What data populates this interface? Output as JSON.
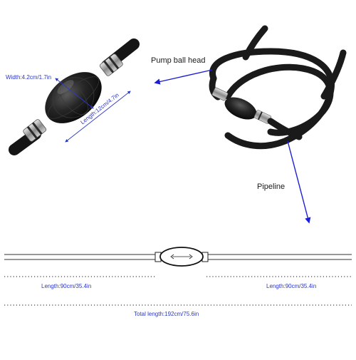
{
  "labels": {
    "width": "Width:4.2cm/1.7in",
    "length_bulb": "Length:12cm/4.7in",
    "pump_ball_head": "Pump ball head",
    "pipeline": "Pipeline",
    "length_left": "Length:90cm/35.4in",
    "length_right": "Length:90cm/35.4in",
    "total_length": "Total length:192cm/75.6in"
  },
  "colors": {
    "arrow_blue": "#1c1fd6",
    "dimension_text": "#2a36c9",
    "hose_black": "#141414",
    "metal_silver": "#bfbfbf"
  }
}
